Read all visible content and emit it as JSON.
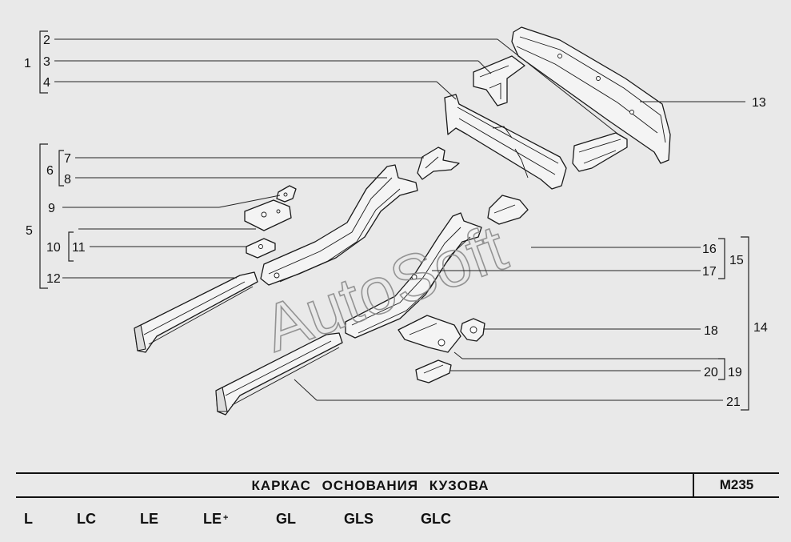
{
  "diagram": {
    "title": "КАРКАС ОСНОВАНИЯ КУЗОВА",
    "page_code": "М235",
    "watermark": "AutoSoft",
    "callouts": {
      "c1": "1",
      "c2": "2",
      "c3": "3",
      "c4": "4",
      "c5": "5",
      "c6": "6",
      "c7": "7",
      "c8": "8",
      "c9": "9",
      "c10": "10",
      "c11": "11",
      "c12": "12",
      "c13": "13",
      "c14": "14",
      "c15": "15",
      "c16": "16",
      "c17": "17",
      "c18": "18",
      "c19": "19",
      "c20": "20",
      "c21": "21"
    }
  },
  "trims": {
    "l": "L",
    "lc": "LC",
    "le": "LE",
    "le_plus": "LE",
    "le_plus_mark": "+",
    "gl": "GL",
    "gls": "GLS",
    "glc": "GLC"
  },
  "colors": {
    "background": "#e9e9e9",
    "line": "#1a1a1a",
    "watermark": "#8a8a8a"
  }
}
